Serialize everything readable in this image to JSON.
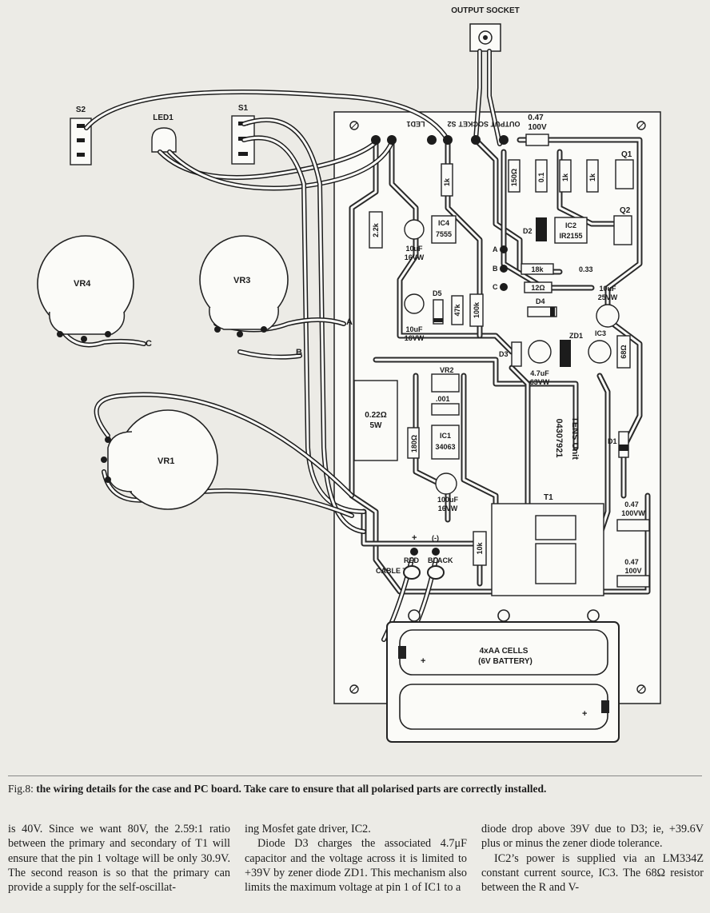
{
  "figure": {
    "labels": {
      "output_socket": "OUTPUT SOCKET",
      "s2": "S2",
      "led1": "LED1",
      "s1": "S1",
      "q1": "Q1",
      "q2": "Q2",
      "vr4": "VR4",
      "vr3": "VR3",
      "vr1": "VR1",
      "vr2": "VR2",
      "ic4_name": "IC4",
      "ic4_part": "7555",
      "ic2_name": "IC2",
      "ic2_part": "IR2155",
      "ic1_name": "IC1",
      "ic1_part": "34063",
      "ic3": "IC3",
      "d1": "D1",
      "d2": "D2",
      "d3": "D3",
      "d4": "D4",
      "d5": "D5",
      "zd1": "ZD1",
      "t1": "T1",
      "r_1k_a": "1k",
      "r_1k_b": "1k",
      "r_1k_c": "1k",
      "r_150": "150Ω",
      "r_01": "0.1",
      "r_22k": "2.2k",
      "r_18k": "18k",
      "r_12": "12Ω",
      "r_47k": "47k",
      "r_100k": "100k",
      "r_68": "68Ω",
      "r_180": "180Ω",
      "r_10k": "10k",
      "r_022": "0.22Ω",
      "r_022_w": "5W",
      "c_047_top": "0.47",
      "c_047_top_v": "100V",
      "c_10uf_a": "10uF",
      "c_10uf_a_v": "16VW",
      "c_10uf_b": "10uF",
      "c_10uf_b_v": "16VW",
      "c_10uf_c": "10uF",
      "c_10uf_c_v": "25VW",
      "c_033": "0.33",
      "c_47uf": "4.7uF",
      "c_47uf_v": "63VW",
      "c_001": ".001",
      "c_100uf": "100uF",
      "c_100uf_v": "16VW",
      "c_047_mid": "0.47",
      "c_047_mid_v": "100VW",
      "c_047_bot": "0.47",
      "c_047_bot_v": "100V",
      "pad_a": "A",
      "pad_b": "B",
      "pad_c": "C",
      "wire_a": "A",
      "wire_b": "B",
      "wire_c": "C",
      "red": "RED",
      "black": "BLACK",
      "cable_tie": "CABLE TIE",
      "minus": "(-)",
      "plus": "+",
      "battery": "4xAA CELLS",
      "battery_v": "(6V BATTERY)",
      "board_code": "04307921",
      "board_name": "TENS Unit"
    }
  },
  "caption": {
    "label": "Fig.8:",
    "text": "the wiring details for the case and PC board. Take care to ensure that all polarised parts are correctly installed."
  },
  "body": {
    "col1": "is 40V. Since we want 80V, the 2.59:1 ratio between the primary and secondary of T1 will ensure that the pin 1 voltage will be only 30.9V. The second reason is so that the primary can provide a supply for the self-oscillat-",
    "col2_p1": "ing Mosfet gate driver, IC2.",
    "col2_p2": "Diode D3 charges the associated 4.7μF capacitor and the voltage across it is limited to +39V by zener diode ZD1. This mechanism also limits the maximum voltage at pin 1 of IC1 to a",
    "col3_p1": "diode drop above 39V due to D3; ie, +39.6V plus or minus the zener diode tolerance.",
    "col3_p2": "IC2’s power is supplied via an LM334Z constant current source, IC3. The 68Ω resistor between the R and V-"
  }
}
